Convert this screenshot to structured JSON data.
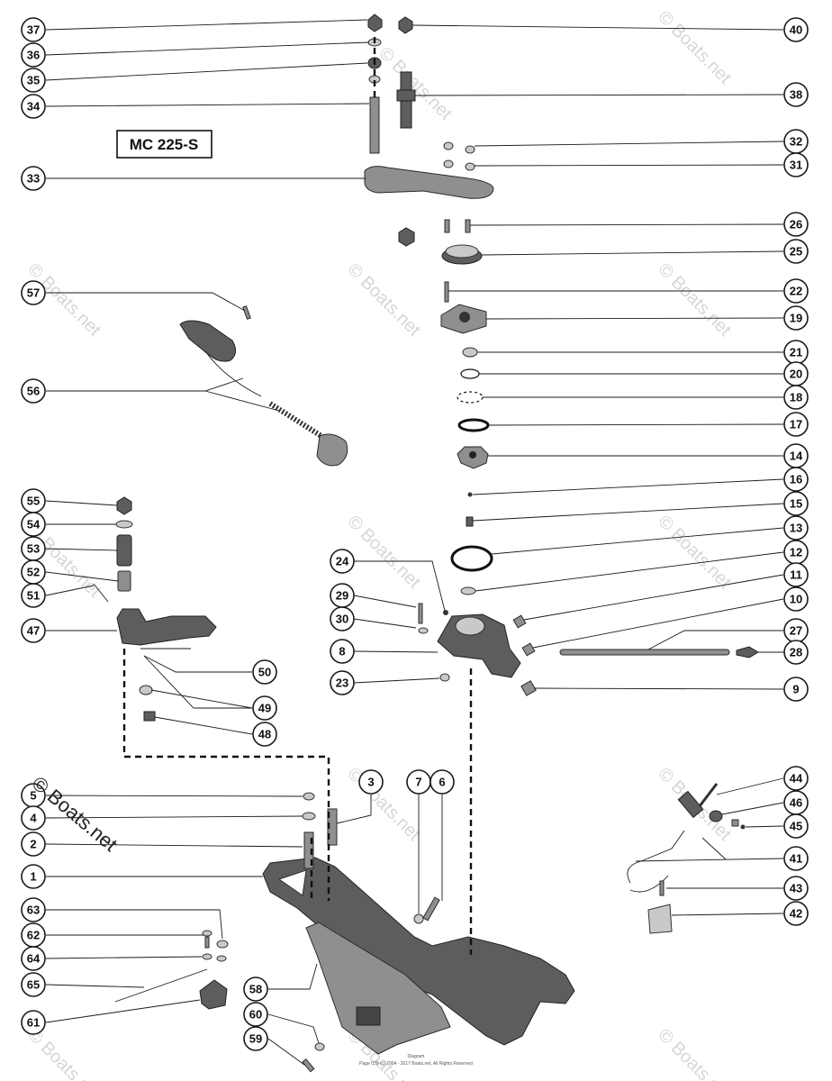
{
  "model_label": "MC 225-S",
  "watermark": "© Boats.net",
  "footer_line1": "Diagram",
  "footer_line2": "Page 039 (c) 2004 - 2017 Boats.net, All Rights Reserved",
  "callouts": [
    {
      "id": "c37",
      "num": "37"
    },
    {
      "id": "c36",
      "num": "36"
    },
    {
      "id": "c35",
      "num": "35"
    },
    {
      "id": "c34",
      "num": "34"
    },
    {
      "id": "c33",
      "num": "33"
    },
    {
      "id": "c40",
      "num": "40"
    },
    {
      "id": "c38",
      "num": "38"
    },
    {
      "id": "c32",
      "num": "32"
    },
    {
      "id": "c31",
      "num": "31"
    },
    {
      "id": "c26",
      "num": "26"
    },
    {
      "id": "c25",
      "num": "25"
    },
    {
      "id": "c22",
      "num": "22"
    },
    {
      "id": "c19",
      "num": "19"
    },
    {
      "id": "c21",
      "num": "21"
    },
    {
      "id": "c20",
      "num": "20"
    },
    {
      "id": "c18",
      "num": "18"
    },
    {
      "id": "c17",
      "num": "17"
    },
    {
      "id": "c14",
      "num": "14"
    },
    {
      "id": "c16",
      "num": "16"
    },
    {
      "id": "c15",
      "num": "15"
    },
    {
      "id": "c13",
      "num": "13"
    },
    {
      "id": "c12",
      "num": "12"
    },
    {
      "id": "c11",
      "num": "11"
    },
    {
      "id": "c10",
      "num": "10"
    },
    {
      "id": "c27",
      "num": "27"
    },
    {
      "id": "c28",
      "num": "28"
    },
    {
      "id": "c9",
      "num": "9"
    },
    {
      "id": "c57",
      "num": "57"
    },
    {
      "id": "c56",
      "num": "56"
    },
    {
      "id": "c55",
      "num": "55"
    },
    {
      "id": "c54",
      "num": "54"
    },
    {
      "id": "c53",
      "num": "53"
    },
    {
      "id": "c52",
      "num": "52"
    },
    {
      "id": "c51",
      "num": "51"
    },
    {
      "id": "c47",
      "num": "47"
    },
    {
      "id": "c50",
      "num": "50"
    },
    {
      "id": "c49",
      "num": "49"
    },
    {
      "id": "c48",
      "num": "48"
    },
    {
      "id": "c24",
      "num": "24"
    },
    {
      "id": "c29",
      "num": "29"
    },
    {
      "id": "c30",
      "num": "30"
    },
    {
      "id": "c8",
      "num": "8"
    },
    {
      "id": "c23",
      "num": "23"
    },
    {
      "id": "c5",
      "num": "5"
    },
    {
      "id": "c4",
      "num": "4"
    },
    {
      "id": "c2",
      "num": "2"
    },
    {
      "id": "c1",
      "num": "1"
    },
    {
      "id": "c3",
      "num": "3"
    },
    {
      "id": "c7",
      "num": "7"
    },
    {
      "id": "c6",
      "num": "6"
    },
    {
      "id": "c63",
      "num": "63"
    },
    {
      "id": "c62",
      "num": "62"
    },
    {
      "id": "c64",
      "num": "64"
    },
    {
      "id": "c65",
      "num": "65"
    },
    {
      "id": "c61",
      "num": "61"
    },
    {
      "id": "c58",
      "num": "58"
    },
    {
      "id": "c60",
      "num": "60"
    },
    {
      "id": "c59",
      "num": "59"
    },
    {
      "id": "c44",
      "num": "44"
    },
    {
      "id": "c46",
      "num": "46"
    },
    {
      "id": "c45",
      "num": "45"
    },
    {
      "id": "c41",
      "num": "41"
    },
    {
      "id": "c43",
      "num": "43"
    },
    {
      "id": "c42",
      "num": "42"
    }
  ]
}
